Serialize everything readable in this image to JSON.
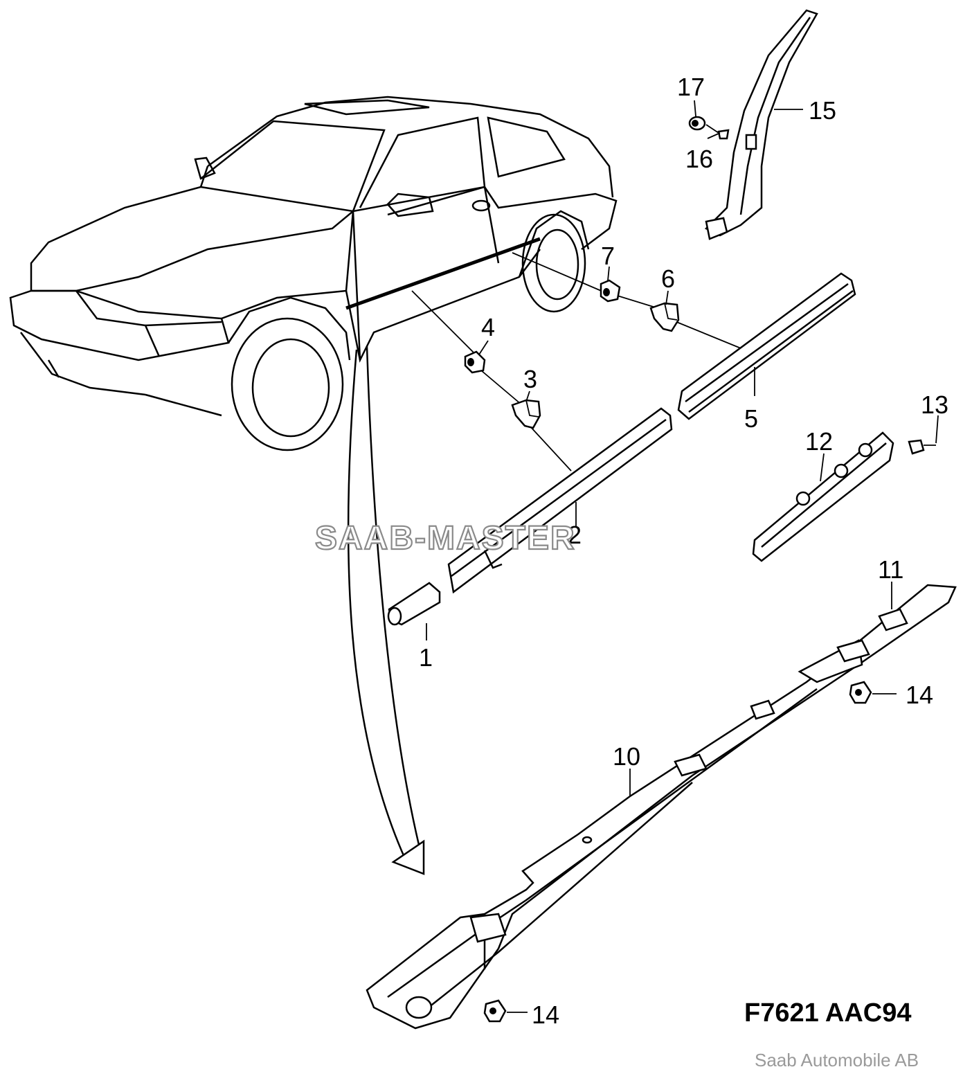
{
  "diagram": {
    "callouts": [
      "1",
      "2",
      "3",
      "4",
      "5",
      "6",
      "7",
      "10",
      "11",
      "12",
      "13",
      "14",
      "14",
      "15",
      "16",
      "17"
    ],
    "drawing_code": "F7621 AAC94",
    "watermark": "SAAB-MASTER",
    "credit": "Saab Automobile AB"
  }
}
